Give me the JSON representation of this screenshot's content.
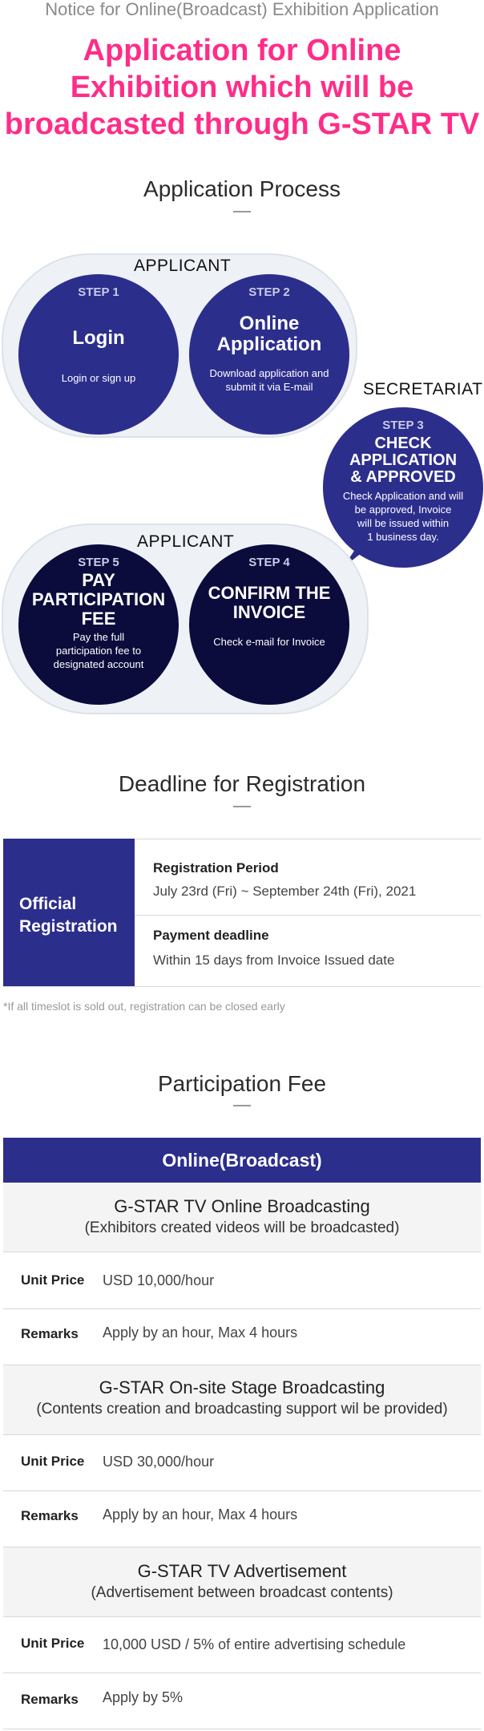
{
  "header": {
    "notice": "Notice for Online(Broadcast) Exhibition Application",
    "headline": [
      "Application for Online",
      "Exhibition which will be",
      "broadcasted through G-STAR TV"
    ]
  },
  "process": {
    "title": "Application Process",
    "role_applicant": "APPLICANT",
    "role_secretariat": "SECRETARIAT",
    "steps": [
      {
        "num": "STEP 1",
        "title": "Login",
        "desc": "Login or sign up"
      },
      {
        "num": "STEP 2",
        "title": [
          "Online",
          "Application"
        ],
        "desc": [
          "Download application and",
          "submit it via E-mail"
        ]
      },
      {
        "num": "STEP 3",
        "title": [
          "CHECK",
          "APPLICATION",
          "& APPROVED"
        ],
        "desc": [
          "Check Application and will",
          "be approved, Invoice",
          "will be issued within",
          "1 business day."
        ]
      },
      {
        "num": "STEP 4",
        "title": [
          "CONFIRM THE",
          "INVOICE"
        ],
        "desc": "Check e-mail for Invoice"
      },
      {
        "num": "STEP 5",
        "title": [
          "PAY",
          "PARTICIPATION",
          "FEE"
        ],
        "desc": [
          "Pay the full",
          "participation fee to",
          "designated account"
        ]
      }
    ]
  },
  "deadline": {
    "title": "Deadline for Registration",
    "official": [
      "Official",
      "Registration"
    ],
    "rows": [
      {
        "label": "Registration Period",
        "value": "July 23rd (Fri) ~ September 24th (Fri), 2021"
      },
      {
        "label": "Payment deadline",
        "value": "Within 15 days from Invoice Issued date"
      }
    ],
    "note": "*If all timeslot is sold out, registration can be closed early"
  },
  "fee": {
    "title": "Participation Fee",
    "header": "Online(Broadcast)",
    "categories": [
      {
        "title": "G-STAR TV Online Broadcasting",
        "subtitle": "(Exhibitors created videos will be broadcasted)",
        "unit_label": "Unit Price",
        "unit_value": "USD 10,000/hour",
        "remarks_label": "Remarks",
        "remarks_value": "Apply by an hour, Max 4 hours"
      },
      {
        "title": "G-STAR On-site Stage Broadcasting",
        "subtitle": "(Contents creation and broadcasting support wil be provided)",
        "unit_label": "Unit Price",
        "unit_value": "USD 30,000/hour",
        "remarks_label": "Remarks",
        "remarks_value": "Apply by an hour, Max 4 hours"
      },
      {
        "title": "G-STAR TV Advertisement",
        "subtitle": "(Advertisement between broadcast contents)",
        "unit_label": "Unit Price",
        "unit_value": "10,000 USD / 5% of entire advertising schedule",
        "remarks_label": "Remarks",
        "remarks_value": "Apply by 5%"
      }
    ]
  },
  "colors": {
    "accent_pink": "#ff2d88",
    "brand_blue": "#2c2e8c",
    "dark_navy": "#0b0b3c"
  }
}
